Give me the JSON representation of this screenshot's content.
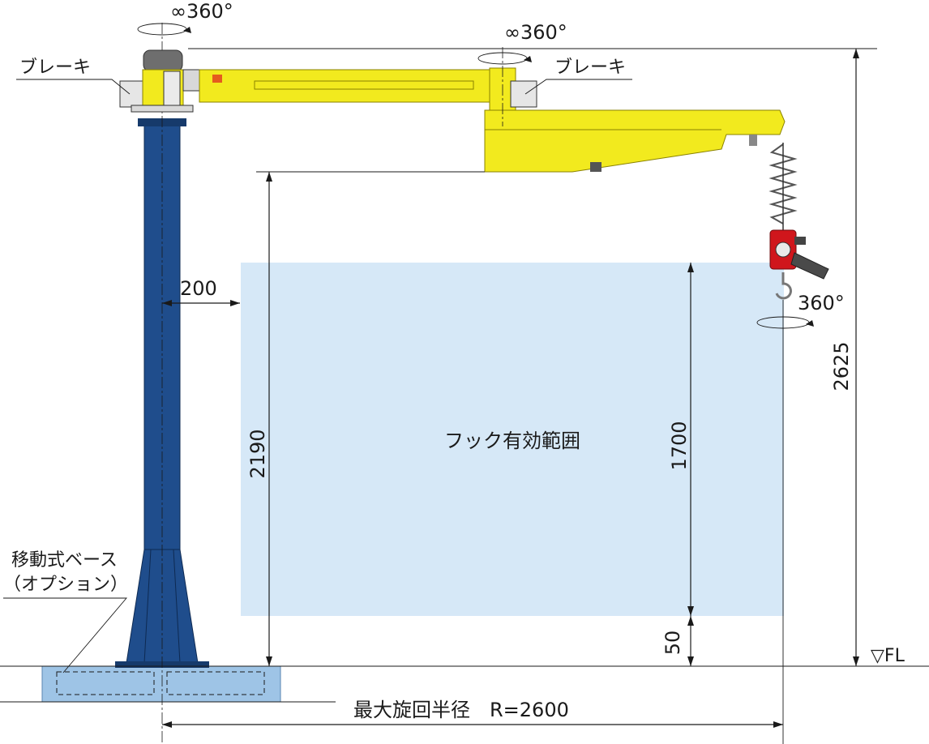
{
  "labels": {
    "brake_left": "ブレーキ",
    "brake_right": "ブレーキ",
    "rotation_top_left": "∞360°",
    "rotation_top_right": "∞360°",
    "rotation_hook": "360°",
    "hook_range": "フック有効範囲",
    "mobile_base_line1": "移動式ベース",
    "mobile_base_line2": "（オプション）",
    "floor_level": "▽FL",
    "max_radius": "最大旋回半径　R=2600"
  },
  "dimensions": {
    "column_offset": "200",
    "under_boom_height": "2190",
    "hook_stroke": "1700",
    "min_hook_height": "50",
    "total_height": "2625"
  },
  "colors": {
    "column": "#1f4d8c",
    "column_dark": "#163a6b",
    "arm": "#f2ea1e",
    "arm_dark": "#c9bf10",
    "range_fill": "#d6e8f7",
    "base_fill": "#9ec4e6",
    "hoist_red": "#d0161c",
    "cap_gray": "#6e6e6e"
  }
}
